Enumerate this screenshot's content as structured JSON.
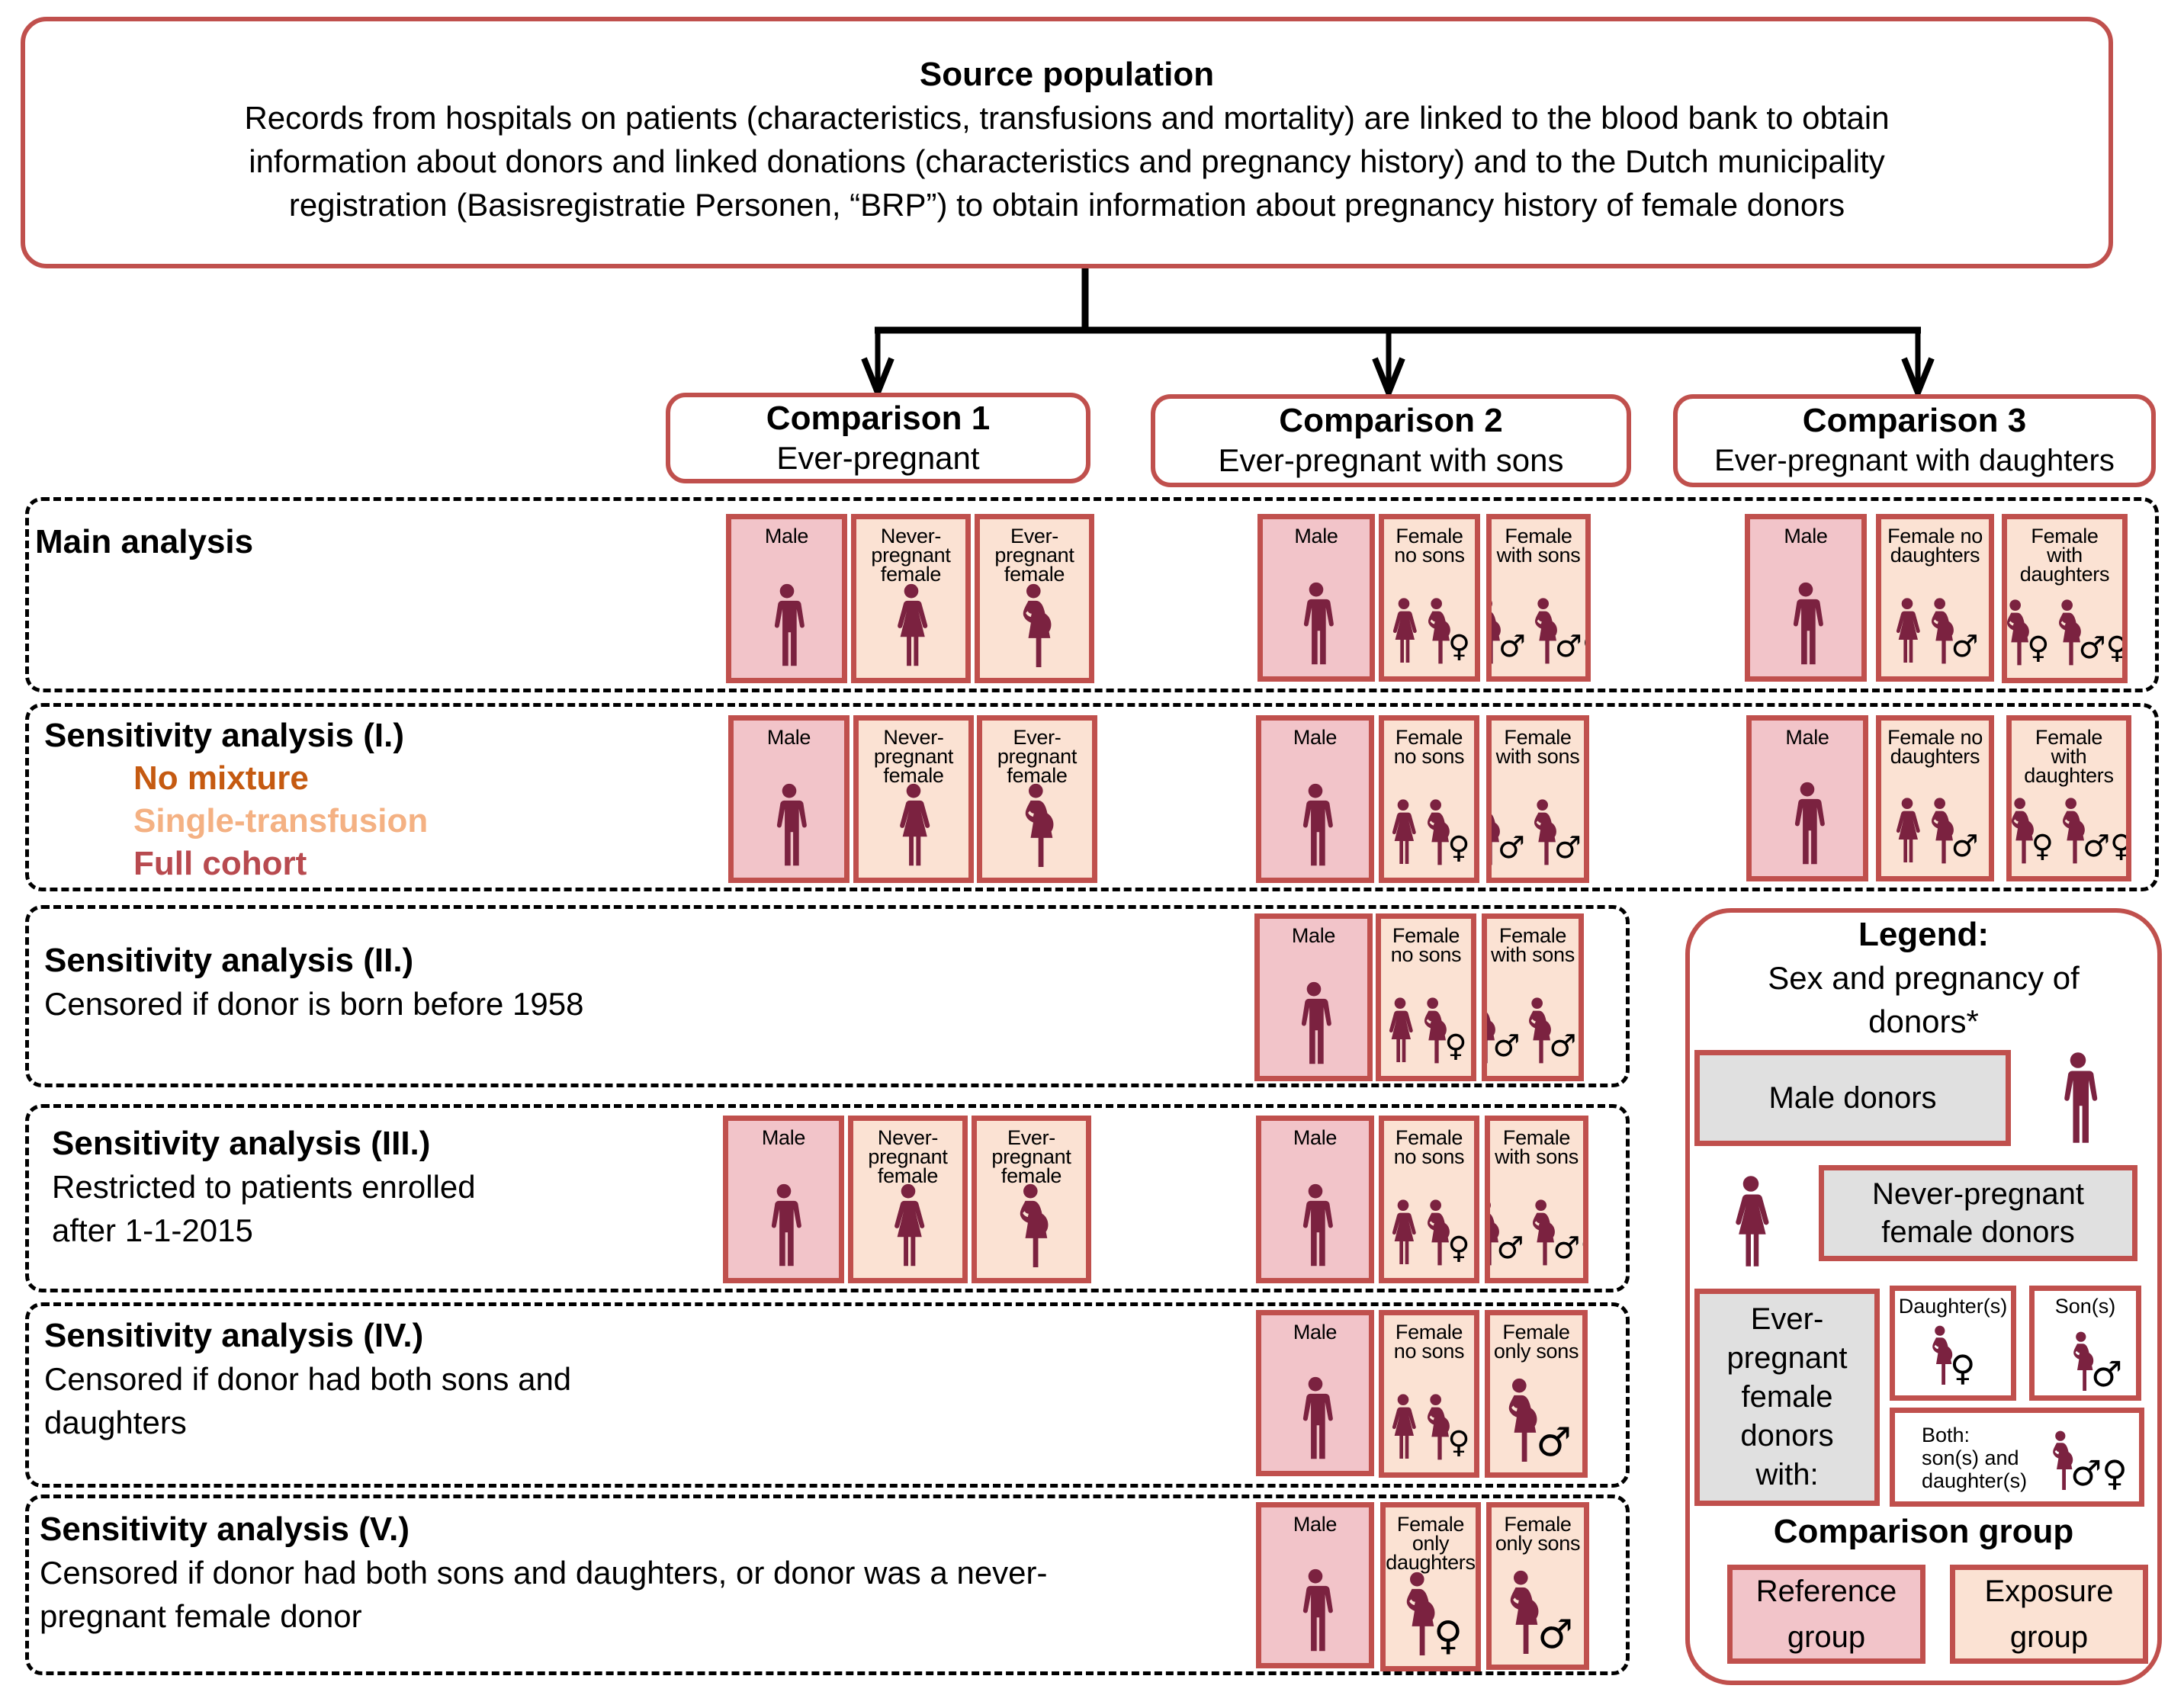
{
  "source": {
    "title": "Source population",
    "lines": [
      "Records from hospitals on patients (characteristics, transfusions and mortality) are linked to the blood bank to obtain",
      "information about donors and linked donations (characteristics and pregnancy history) and to the Dutch municipality",
      "registration (Basisregistratie Personen, “BRP”) to obtain information about pregnancy history of female donors"
    ]
  },
  "comparisons": [
    {
      "title": "Comparison 1",
      "subtitle": "Ever-pregnant"
    },
    {
      "title": "Comparison 2",
      "subtitle": "Ever-pregnant with sons"
    },
    {
      "title": "Comparison 3",
      "subtitle": "Ever-pregnant with daughters"
    }
  ],
  "rows": {
    "main": {
      "title": "Main analysis"
    },
    "s1": {
      "title": "Sensitivity analysis (I.)",
      "subsets": [
        {
          "label": "No mixture",
          "color": "#c55a11"
        },
        {
          "label": "Single-transfusion",
          "color": "#f4b183"
        },
        {
          "label": "Full cohort",
          "color": "#b84a4f"
        }
      ]
    },
    "s2": {
      "title": "Sensitivity analysis (II.)",
      "desc": [
        "Censored if donor is born before 1958"
      ]
    },
    "s3": {
      "title": "Sensitivity analysis (III.)",
      "desc": [
        "Restricted to patients enrolled",
        "after 1-1-2015"
      ]
    },
    "s4": {
      "title": "Sensitivity analysis (IV.)",
      "desc": [
        "Censored if donor had both sons and",
        "daughters"
      ]
    },
    "s5": {
      "title": "Sensitivity analysis (V.)",
      "desc": [
        "Censored if donor had both sons and daughters, or donor was a never-",
        "pregnant female donor"
      ]
    }
  },
  "cells": {
    "male": "Male",
    "never_pregnant_female": [
      "Never-",
      "pregnant",
      "female"
    ],
    "ever_pregnant_female": [
      "Ever-",
      "pregnant",
      "female"
    ],
    "female_no_sons": [
      "Female",
      "no sons"
    ],
    "female_with_sons": [
      "Female",
      "with sons"
    ],
    "female_no_daughters": [
      "Female no",
      "daughters"
    ],
    "female_with_daughters": [
      "Female",
      "with",
      "daughters"
    ],
    "female_only_sons": [
      "Female",
      "only sons"
    ],
    "female_only_daughters": [
      "Female",
      "only",
      "daughters"
    ]
  },
  "symbols": {
    "female": "♀",
    "male": "♂",
    "both": "♂♀"
  },
  "legend": {
    "title": "Legend:",
    "subtitle": [
      "Sex and pregnancy of",
      "donors*"
    ],
    "male_donors": "Male donors",
    "never_pregnant": [
      "Never-pregnant",
      "female donors"
    ],
    "ever_pregnant": [
      "Ever-",
      "pregnant",
      "female",
      "donors",
      "with:"
    ],
    "daughters": "Daughter(s)",
    "sons": "Son(s)",
    "both": [
      "Both:",
      "son(s) and",
      "daughter(s)"
    ],
    "comparison_group_title": "Comparison group",
    "reference": [
      "Reference",
      "group"
    ],
    "exposure": [
      "Exposure",
      "group"
    ]
  },
  "colors": {
    "border": "#c0504d",
    "reference_fill": "#f2c4c9",
    "exposure_fill": "#fbe2d3",
    "figure": "#7b2240",
    "legend_grey": "#e0e0e0"
  }
}
